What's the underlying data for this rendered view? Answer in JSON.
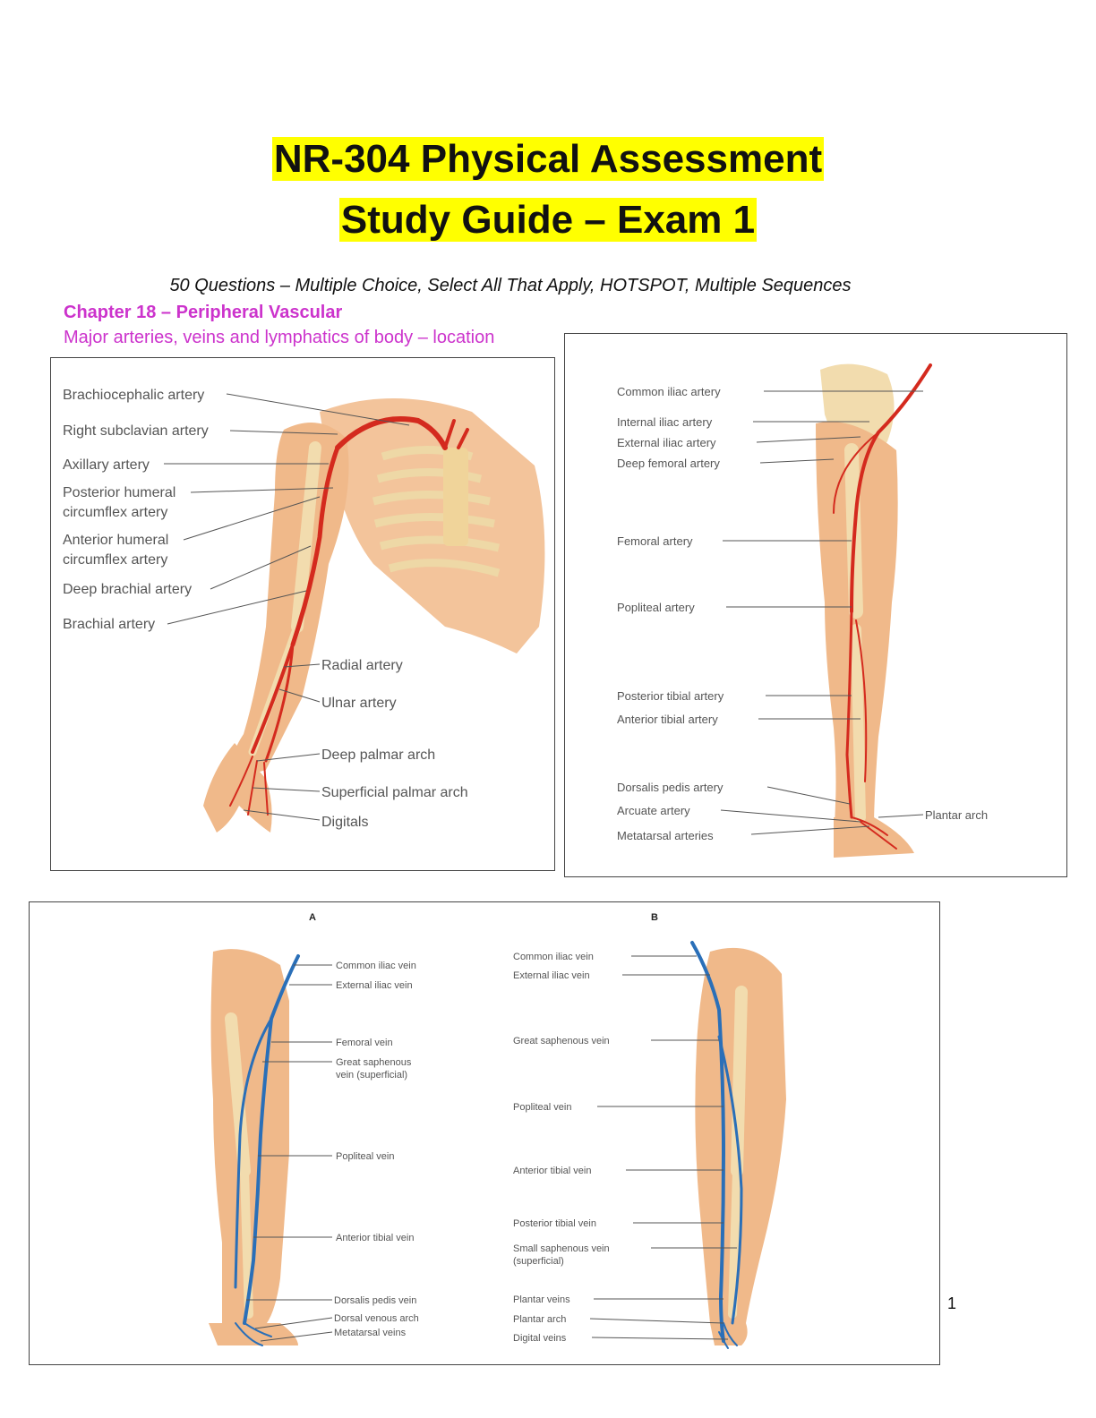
{
  "title": {
    "line1": "NR-304 Physical Assessment",
    "line2": "Study Guide – Exam 1"
  },
  "subtitle": "50 Questions – Multiple Choice, Select All That Apply, HOTSPOT, Multiple Sequences",
  "chapter": "Chapter 18 – Peripheral Vascular",
  "topic": "Major arteries, veins and lymphatics of body – location",
  "arm_figure": {
    "labels": [
      "Brachiocephalic artery",
      "Right subclavian artery",
      "Axillary artery",
      "Posterior humeral",
      "circumflex artery",
      "Anterior humeral",
      "circumflex artery",
      "Deep brachial artery",
      "Brachial artery",
      "Radial artery",
      "Ulnar artery",
      "Deep palmar arch",
      "Superficial palmar arch",
      "Digitals"
    ]
  },
  "leg_artery_figure": {
    "labels": [
      "Common iliac artery",
      "Internal iliac artery",
      "External iliac artery",
      "Deep femoral artery",
      "Femoral artery",
      "Popliteal artery",
      "Posterior tibial artery",
      "Anterior tibial artery",
      "Dorsalis pedis artery",
      "Arcuate artery",
      "Metatarsal arteries",
      "Plantar arch"
    ]
  },
  "vein_figure": {
    "panel_a": "A",
    "panel_b": "B",
    "a_labels": [
      "Common iliac vein",
      "External iliac vein",
      "Femoral vein",
      "Great saphenous",
      "vein (superficial)",
      "Popliteal vein",
      "Anterior tibial vein",
      "Dorsalis pedis vein",
      "Dorsal venous arch",
      "Metatarsal veins"
    ],
    "b_labels": [
      "Common iliac vein",
      "External iliac vein",
      "Great saphenous vein",
      "Popliteal vein",
      "Anterior tibial vein",
      "Posterior tibial vein",
      "Small saphenous vein",
      "(superficial)",
      "Plantar veins",
      "Plantar arch",
      "Digital veins"
    ]
  },
  "page_number": "1",
  "colors": {
    "highlight": "#ffff00",
    "chapter": "#cc33cc",
    "artery": "#d42a1e",
    "vein": "#2a6fb8",
    "bone": "#f2dcae",
    "skin": "#f0b98a"
  }
}
